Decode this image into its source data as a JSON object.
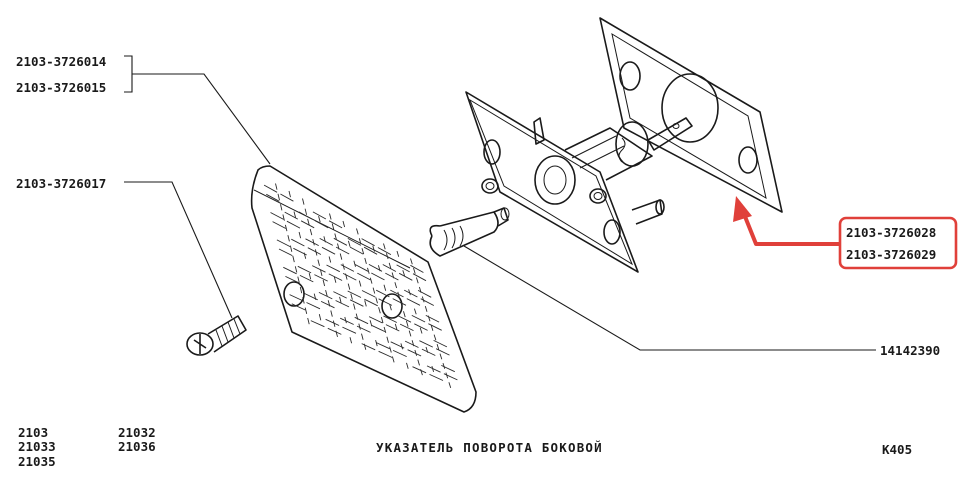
{
  "callouts": {
    "lens_pair": [
      "2103-3726014",
      "2103-3726015"
    ],
    "screw": "2103-3726017",
    "holder_pair": [
      "2103-3726028",
      "2103-3726029"
    ],
    "bulb": "14142390"
  },
  "footer": {
    "models_col1": [
      "2103",
      "21033",
      "21035"
    ],
    "models_col2": [
      "21032",
      "21036"
    ],
    "title": "УКАЗАТЕЛЬ ПОВОРОТА БОКОВОЙ",
    "page_code": "К405"
  },
  "colors": {
    "ink": "#1a1a1a",
    "highlight": "#e0403a",
    "background": "#ffffff"
  }
}
